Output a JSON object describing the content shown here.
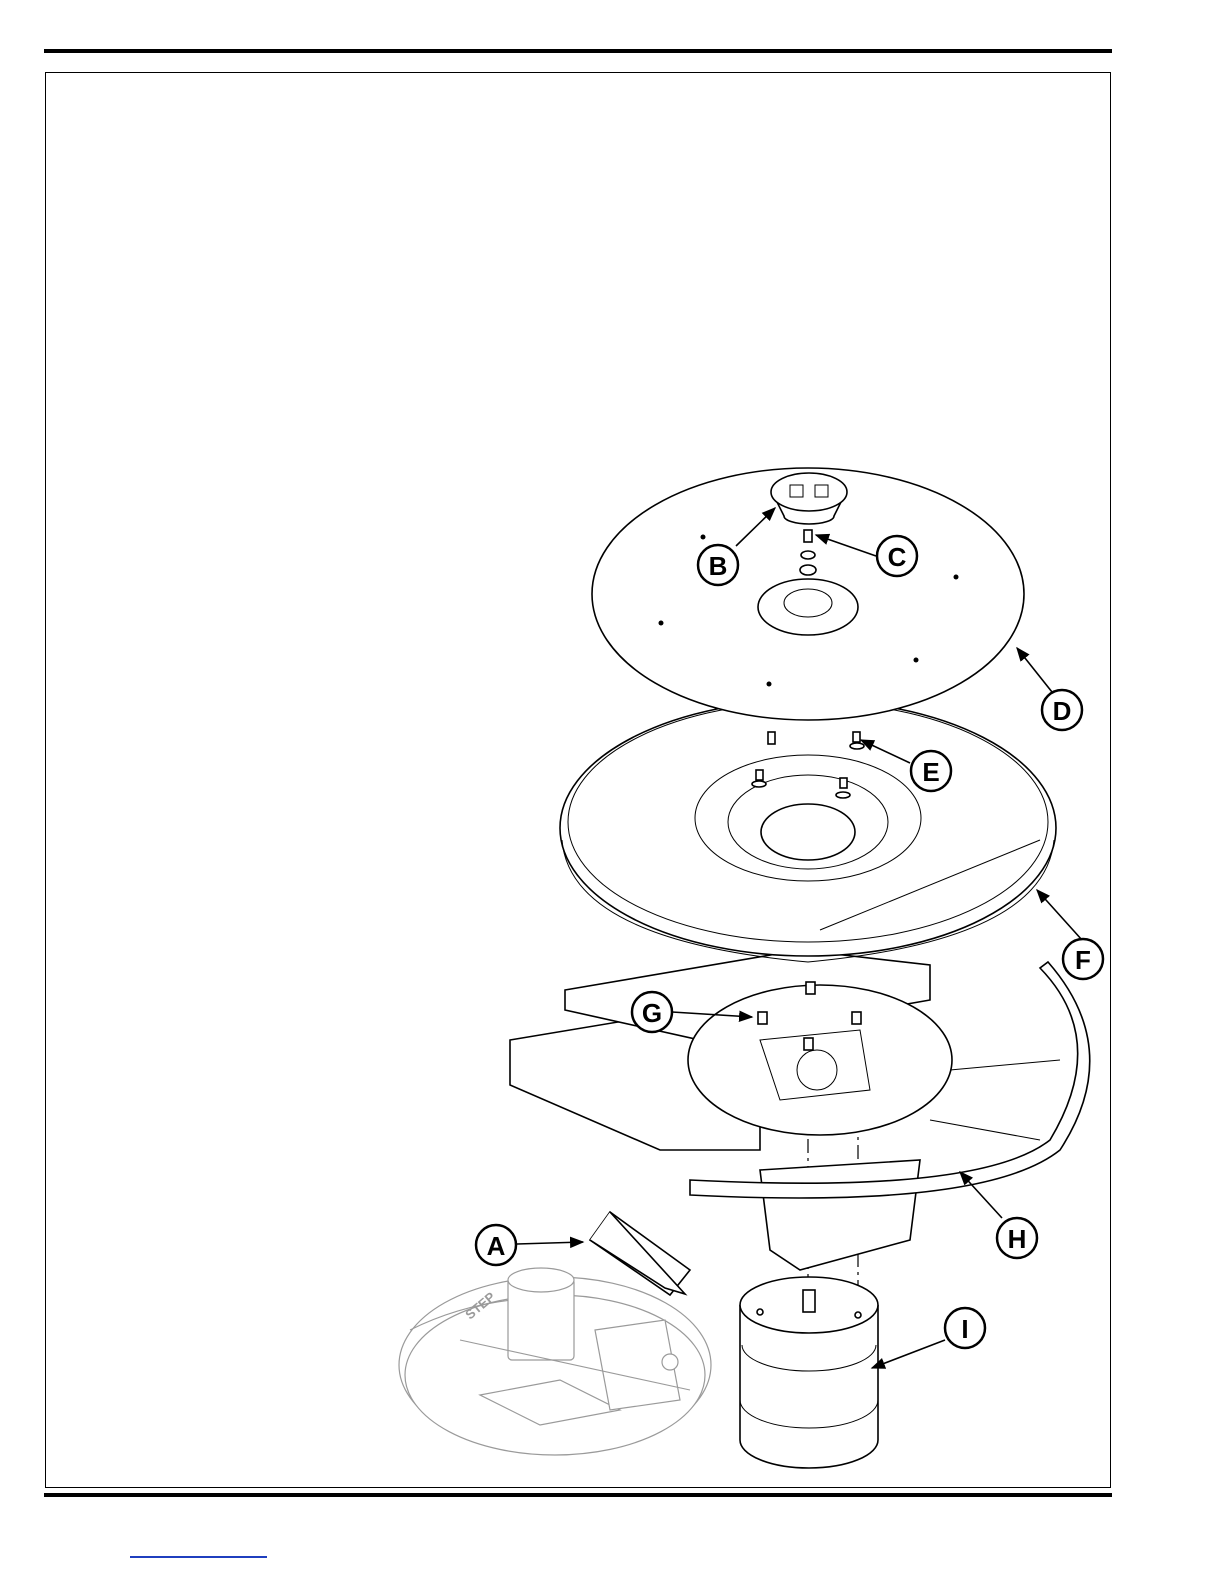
{
  "callouts": {
    "a": "A",
    "b": "B",
    "c": "C",
    "d": "D",
    "e": "E",
    "f": "F",
    "g": "G",
    "h": "H",
    "i": "I"
  },
  "colors": {
    "line": "#000000",
    "faint_part": "#9a9a9a",
    "footer_link": "#1f3fbf"
  }
}
